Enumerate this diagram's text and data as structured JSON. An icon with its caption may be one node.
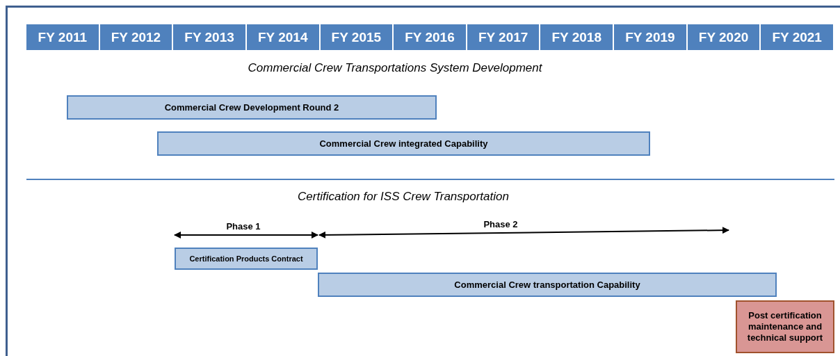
{
  "diagram": {
    "nodes": [
      {
        "text": [
          "Commercial Crew Development Round 2"
        ]
      },
      {
        "text": [
          "Commercial Crew integrated Capability"
        ]
      },
      {
        "text": [
          "Certification Products Contract"
        ]
      },
      {
        "text": [
          "Commercial Crew transportation Capability"
        ]
      },
      {
        "text": [
          "Post certification maintenance and technical support"
        ]
      }
    ],
    "edges": [],
    "labels": [
      "FY 2011",
      "FY 2012",
      "FY 2013",
      "FY 2014",
      "FY 2015",
      "FY 2016",
      "FY 2017",
      "FY 2018",
      "FY 2019",
      "FY 2020",
      "FY 2021",
      "Commercial Crew Transportations System Development",
      "Certification for ISS Crew Transportation",
      "Phase 1",
      "Phase 2"
    ]
  }
}
